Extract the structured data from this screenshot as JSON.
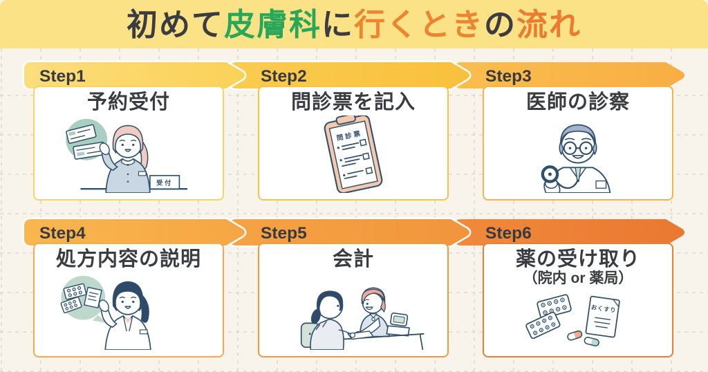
{
  "header": {
    "title_full": "初めて皮膚科に行くときの流れ",
    "background_color": "#FBE287",
    "title_segments": [
      {
        "text": "初めて",
        "color": "#3B3C41"
      },
      {
        "text": "皮膚科",
        "color": "#28A758"
      },
      {
        "text": "に",
        "color": "#3B3C41"
      },
      {
        "text": "行くとき",
        "color": "#EF8430"
      },
      {
        "text": "の",
        "color": "#3B3C41"
      },
      {
        "text": "流れ",
        "color": "#ED7A2E"
      }
    ]
  },
  "steps": [
    {
      "label": "Step1",
      "title": "予約受付",
      "illustration": "receptionist-at-counter",
      "banner_gradient": [
        "#FCDE7C",
        "#FBD158"
      ],
      "border_color": "#FAD45E",
      "sign_text": "受付"
    },
    {
      "label": "Step2",
      "title": "問診票を記入",
      "illustration": "questionnaire-clipboard",
      "banner_gradient": [
        "#FBCC50",
        "#F9C03C"
      ],
      "border_color": "#F9C344",
      "clipboard_title": "問診票"
    },
    {
      "label": "Step3",
      "title": "医師の診察",
      "illustration": "doctor-with-stethoscope",
      "banner_gradient": [
        "#FABE4D",
        "#F8AE43"
      ],
      "border_color": "#F8B247"
    },
    {
      "label": "Step4",
      "title": "処方内容の説明",
      "illustration": "pharmacist-explaining-medicine",
      "banner_gradient": [
        "#F9B64F",
        "#F6A643"
      ],
      "border_color": "#F7AA47"
    },
    {
      "label": "Step5",
      "title": "会計",
      "illustration": "payment-at-counter",
      "banner_gradient": [
        "#F5A344",
        "#F1953C"
      ],
      "border_color": "#F29940"
    },
    {
      "label": "Step6",
      "title": "薬の受け取り",
      "subtitle": "（院内 or 薬局）",
      "illustration": "medicine-bag-and-pills",
      "banner_gradient": [
        "#F08A3C",
        "#EA7830"
      ],
      "border_color": "#EB7D34",
      "bag_text": "おくすり"
    }
  ]
}
